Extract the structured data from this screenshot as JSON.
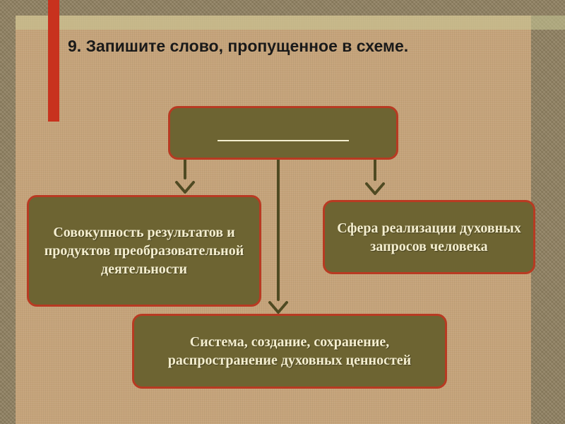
{
  "question": {
    "title": "9. Запишите слово, пропущенное в схеме."
  },
  "diagram": {
    "top_node": {
      "text": ""
    },
    "left_node": {
      "text": "Совокупность результатов и продуктов преобразовательной деятельности"
    },
    "right_node": {
      "text": "Сфера реализации духовных запросов человека"
    },
    "bottom_node": {
      "text": "Система, создание, сохранение, распространение духовных ценностей"
    }
  },
  "colors": {
    "node_fill": "#6d6432",
    "node_border": "#b83a22",
    "node_text": "#f4eecf",
    "arrow": "#4f4a22",
    "accent_bar": "#c8321e"
  }
}
